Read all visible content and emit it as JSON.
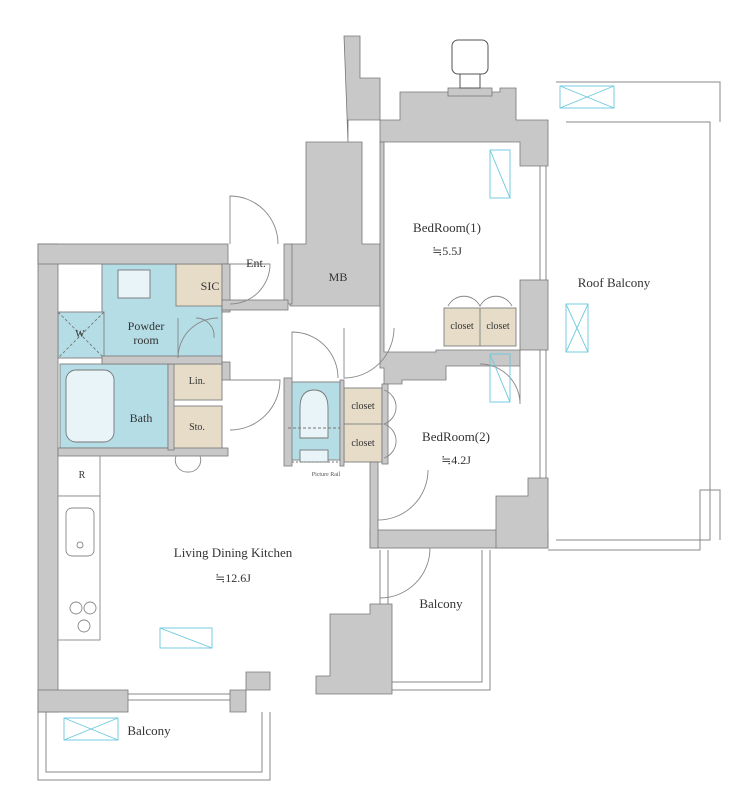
{
  "colors": {
    "wall": "#c8c8c8",
    "wall_edge": "#777777",
    "wet": "#b5dde6",
    "storage": "#e6dcc8",
    "line": "#888888",
    "window_mark": "#6cc8dc"
  },
  "rooms": {
    "bedroom1": {
      "label": "BedRoom(1)",
      "area": "≒5.5J"
    },
    "bedroom2": {
      "label": "BedRoom(2)",
      "area": "≒4.2J"
    },
    "ldk": {
      "label": "Living Dining Kitchen",
      "area": "≒12.6J"
    },
    "powder": {
      "label_line1": "Powder",
      "label_line2": "room"
    },
    "bath": {
      "label": "Bath"
    },
    "roof_balcony": {
      "label": "Roof Balcony"
    },
    "balcony_east": {
      "label": "Balcony"
    },
    "balcony_south": {
      "label": "Balcony"
    }
  },
  "storage": {
    "sic": "SIC",
    "mb": "MB",
    "lin": "Lin.",
    "sto": "Sto.",
    "closet_b1_left": "closet",
    "closet_b1_right": "closet",
    "closet_b2_top": "closet",
    "closet_b2_bottom": "closet"
  },
  "fixtures": {
    "entrance": "Ent.",
    "washer": "W",
    "refrigerator": "R",
    "picture_rail": "Picture Rail"
  }
}
